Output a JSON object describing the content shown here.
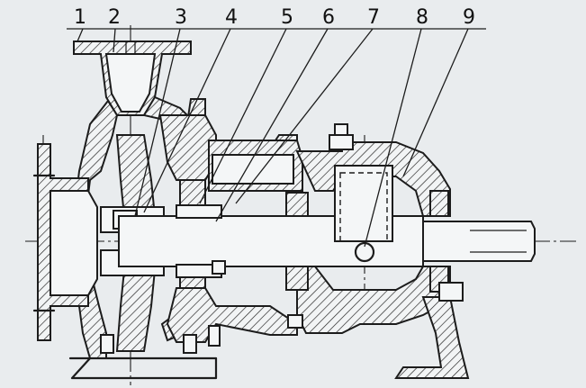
{
  "part_labels": [
    {
      "id": "1",
      "text": "1"
    },
    {
      "id": "2",
      "text": "2"
    },
    {
      "id": "3",
      "text": "3"
    },
    {
      "id": "4",
      "text": "4"
    },
    {
      "id": "5",
      "text": "5"
    },
    {
      "id": "6",
      "text": "6"
    },
    {
      "id": "7",
      "text": "7"
    },
    {
      "id": "8",
      "text": "8"
    },
    {
      "id": "9",
      "text": "9"
    }
  ],
  "colors": {
    "line": "#1c1c1c",
    "background": "#e9ecee",
    "hatch": "#1c1c1c"
  }
}
